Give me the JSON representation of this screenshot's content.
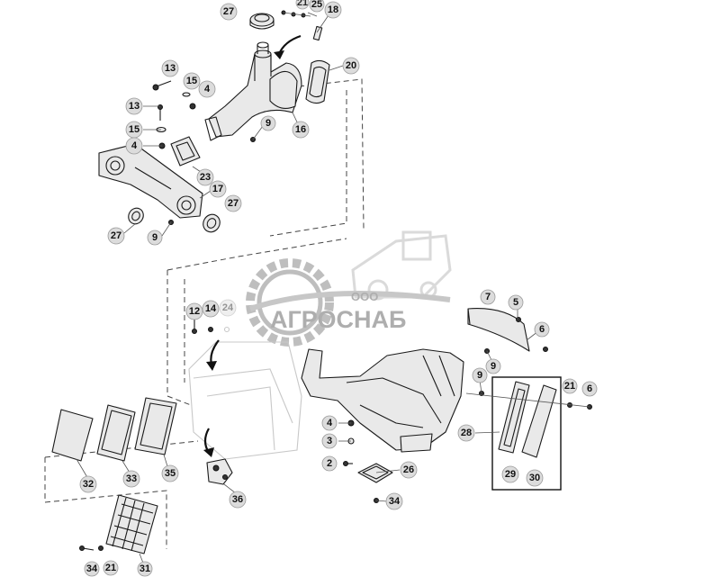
{
  "watermark": {
    "prefix": "ООО",
    "name": "АГРОСНАБ",
    "colors": {
      "gear": "#8a8a8a",
      "text": "#6d6d6d"
    }
  },
  "callouts": {
    "c1": "27",
    "c2": "25",
    "c3": "18",
    "c4": "20",
    "c5": "13",
    "c6": "15",
    "c7": "4",
    "c8": "13",
    "c9": "15",
    "c10": "4",
    "c11": "9",
    "c12": "16",
    "c13": "23",
    "c14": "17",
    "c15": "27",
    "c16": "27",
    "c17": "9",
    "c18": "12",
    "c19": "14",
    "c20": "24",
    "c21": "7",
    "c22": "5",
    "c23": "6",
    "c24": "9",
    "c25": "9",
    "c26": "21",
    "c27": "6",
    "c28": "28",
    "c29": "29",
    "c30": "30",
    "c31": "4",
    "c32": "3",
    "c33": "2",
    "c34": "26",
    "c35": "34",
    "c36": "32",
    "c37": "33",
    "c38": "35",
    "c39": "36",
    "c40": "31",
    "c41": "34",
    "c42": "21",
    "c43": "21"
  },
  "colors": {
    "callout_fill": "#dcdcdc",
    "line": "#1a1a1a"
  }
}
